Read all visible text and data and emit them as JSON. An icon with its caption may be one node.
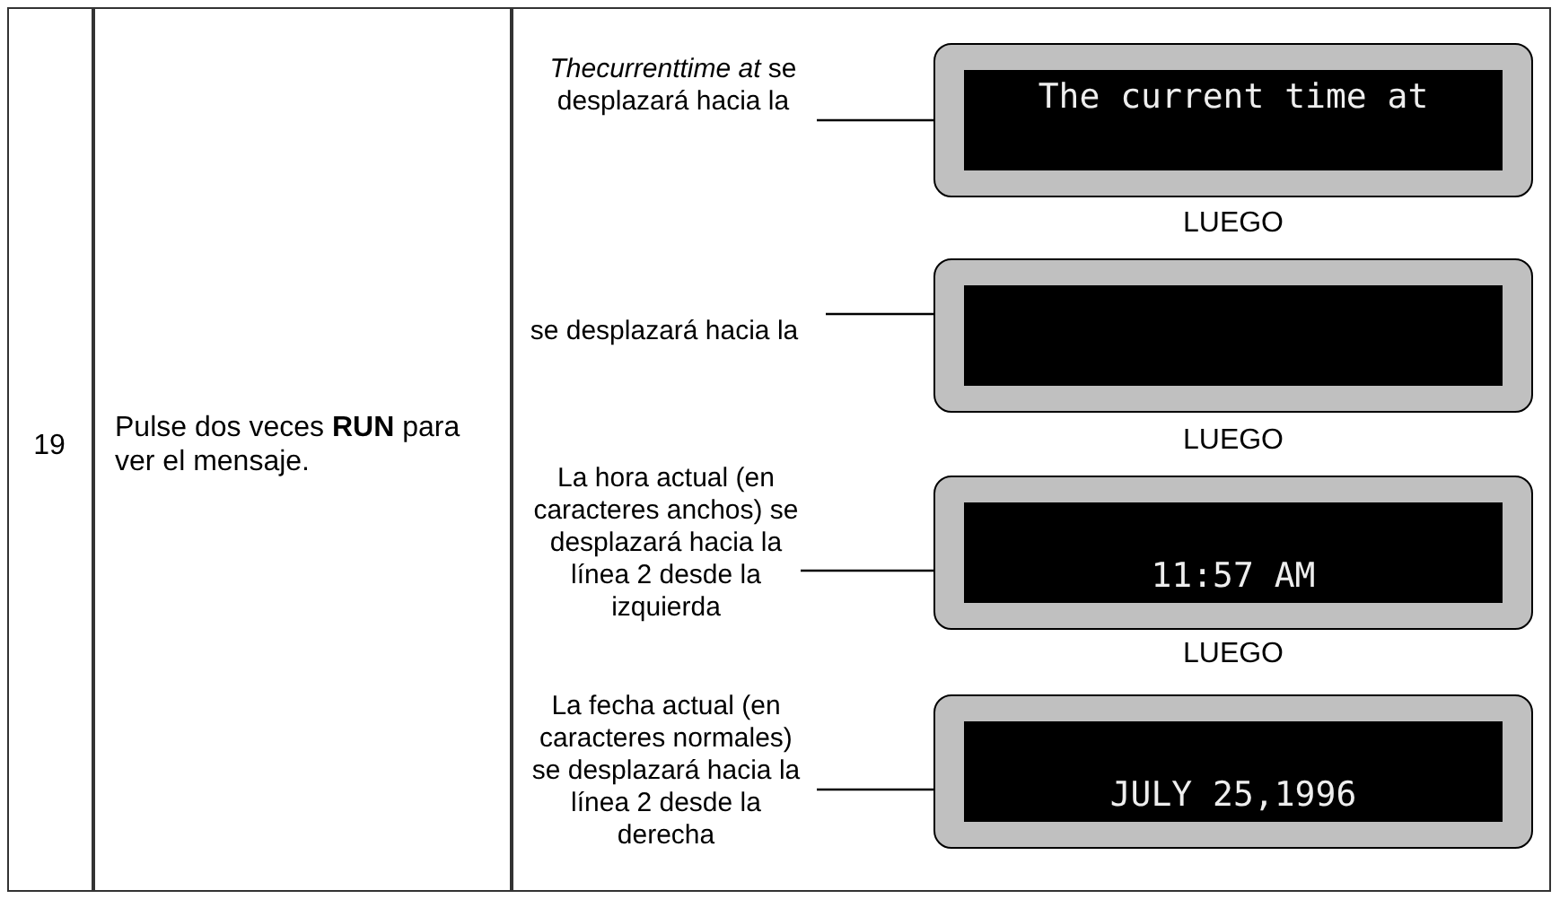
{
  "diagram": {
    "nodes": [
      {
        "text": [
          "*Thecurrenttime at* se desplazará hacia la"
        ]
      },
      {
        "text": [
          "The current time at"
        ]
      },
      {
        "text": [
          "se desplazará hacia la"
        ]
      },
      {
        "text": [],
        "shape": "box"
      },
      {
        "text": [
          "La hora actual (en caracteres anchos) se desplazará hacia la línea 2 desde la izquierda"
        ]
      },
      {
        "text": [
          "11:57 AM"
        ]
      },
      {
        "text": [
          "La fecha actual (en caracteres normales) se desplazará hacia la línea 2 desde la derecha"
        ]
      },
      {
        "text": [
          "JULY 25,1996"
        ]
      }
    ],
    "edges": [
      {
        "from": 0,
        "to": 1,
        "arrow": "none"
      },
      {
        "from": 2,
        "to": 3,
        "arrow": "none"
      },
      {
        "from": 4,
        "to": 5,
        "arrow": "none"
      },
      {
        "from": 6,
        "to": 7,
        "arrow": "none"
      }
    ],
    "labels": [
      "19",
      "Pulse dos veces **RUN** para ver el mensaje.",
      "LUEGO",
      "LUEGO",
      "LUEGO"
    ]
  }
}
